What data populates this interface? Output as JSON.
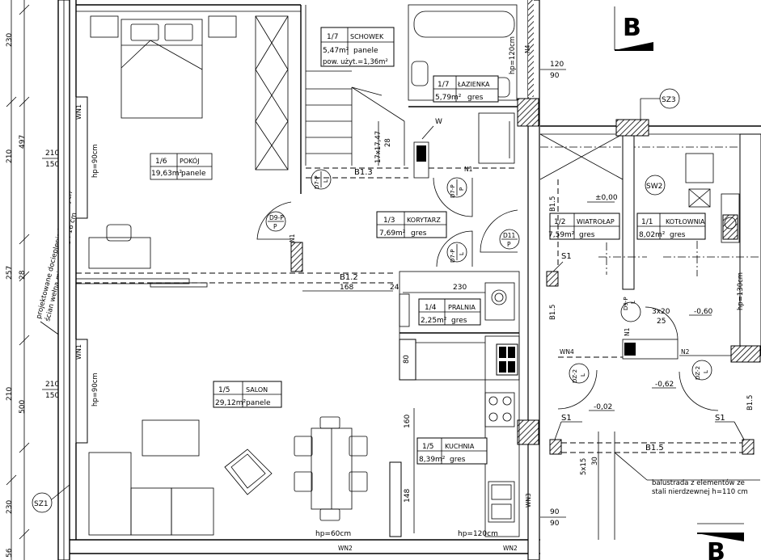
{
  "rooms": [
    {
      "id": "pokoj",
      "number": "1/6",
      "name": "POKÓJ",
      "area": "19,63m²",
      "finish": "panele"
    },
    {
      "id": "schowek",
      "number": "1/7",
      "name": "SCHOWEK",
      "area": "5,47m²",
      "finish": "panele",
      "note": "pow. użyt.=1,36m²"
    },
    {
      "id": "lazienka",
      "number": "1/7",
      "name": "ŁAZIENKA",
      "area": "5,79m²",
      "finish": "gres"
    },
    {
      "id": "korytarz",
      "number": "1/3",
      "name": "KORYTARZ",
      "area": "7,69m²",
      "finish": "gres"
    },
    {
      "id": "wiatrolap",
      "number": "1/2",
      "name": "WIATROŁAP",
      "area": "7,59m²",
      "finish": "gres"
    },
    {
      "id": "kotlownia",
      "number": "1/1",
      "name": "KOTŁOWNIA",
      "area": "8,02m²",
      "finish": "gres"
    },
    {
      "id": "pralnia",
      "number": "1/4",
      "name": "PRALNIA",
      "area": "2,25m²",
      "finish": "gres"
    },
    {
      "id": "salon",
      "number": "1/5",
      "name": "SALON",
      "area": "29,12m²",
      "finish": "panele"
    },
    {
      "id": "kuchnia",
      "number": "1/5",
      "name": "KUCHNIA",
      "area": "8,39m²",
      "finish": "gres"
    }
  ],
  "doors": {
    "d9_top": "D9-P",
    "d9_bottom": "P",
    "d7a_top": "D7-P",
    "d7a_bottom": "L",
    "d7b_top": "D7-P",
    "d7b_bottom": "P",
    "d7c_top": "D7-P",
    "d7c_bottom": "L",
    "d11_top": "D11",
    "d11_bottom": "P",
    "d9b_top": "D9-P",
    "d9b_bottom": "L",
    "dz2a_top": "DZ-2",
    "dz2a_bottom": "L",
    "dz2b_top": "DZ-2",
    "dz2b_bottom": "L"
  },
  "windows": {
    "wn1_top": "WN1",
    "wn1_bottom": "WN1",
    "wn2_left": "WN2",
    "wn2_right": "WN2",
    "wn3": "WN3",
    "wn4": "WN4",
    "n4": "N4",
    "n1_a": "N1",
    "n1_b": "N1",
    "n1_c": "N1",
    "n2": "N2"
  },
  "beams": {
    "b13": "B1.3",
    "b12": "B1.2",
    "b15_a": "B1.5",
    "b15_b": "B1.5",
    "b15_c": "B1.5",
    "b15_d": "B1.5"
  },
  "symbols": {
    "s1_a": "S1",
    "s1_b": "S1",
    "s1_c": "S1",
    "sw2": "SW2",
    "sz3": "SZ3",
    "sz1": "SZ1",
    "section_top": "B",
    "section_bottom": "B",
    "w": "W"
  },
  "heights": {
    "hp_pokoj": "hp=90cm",
    "hp_salon": "hp=90cm",
    "hp_lazienka": "hp=120cm",
    "hp_kotlownia": "hp=130cm",
    "hp_salon_bottom": "hp=60cm",
    "hp_kuchnia": "hp=120cm"
  },
  "levels": {
    "l000": "±0,00",
    "l060": "-0,60",
    "l062": "-0,62",
    "l002": "-0,02",
    "l320": "3x20",
    "l25": "25"
  },
  "stairs": {
    "steps": "17x17,47",
    "run": "28"
  },
  "dimensions": {
    "left_chain": [
      "230",
      "210",
      "497",
      "257",
      "28",
      "210",
      "500",
      "230",
      "56"
    ],
    "win_top_a": "210",
    "win_top_b": "150",
    "win_bot_a": "210",
    "win_bot_b": "150",
    "right_top_a": "120",
    "right_top_b": "90",
    "right_bot_a": "90",
    "right_bot_b": "90",
    "d168": "168",
    "d24": "24",
    "d230": "230",
    "d80": "80",
    "d160": "160",
    "d148": "148",
    "stair_width": "5x15",
    "stair_30": "30"
  },
  "notes": {
    "insulation_1": "projektowane docieplenie istniejących",
    "insulation_2": "ścian wełną mineralną gr. 16 cm",
    "balustrade_1": "balustrada z elementów ze",
    "balustrade_2": "stali nierdzewnej h=110 cm"
  }
}
